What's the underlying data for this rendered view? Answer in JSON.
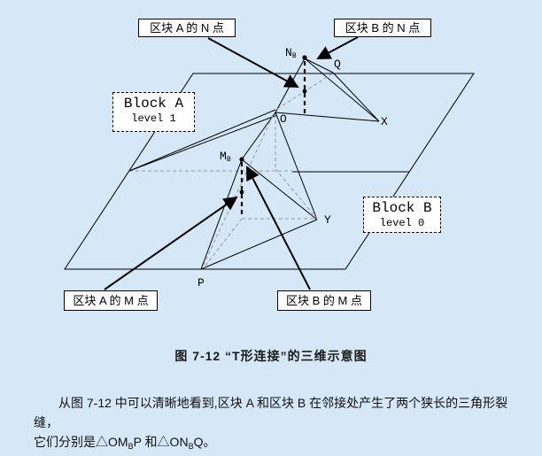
{
  "figure": {
    "callouts": {
      "block_a_n": "区块 A 的 N 点",
      "block_b_n": "区块 B 的 N 点",
      "block_a_m": "区块 A 的 M 点",
      "block_b_m": "区块 B 的 M 点"
    },
    "block_boxes": {
      "a_title": "Block A",
      "a_level": "level 1",
      "b_title": "Block B",
      "b_level": "level 0"
    },
    "point_labels": {
      "n_main": "N",
      "n_sub": "B",
      "m_main": "M",
      "m_sub": "B",
      "q": "Q",
      "o": "O",
      "x": "X",
      "y": "Y",
      "p": "P"
    },
    "caption": "图 7-12 “T形连接”的三维示意图"
  },
  "paragraph": {
    "line1": "从图 7-12 中可以清晰地看到,区块 A 和区块 B 在邻接处产生了两个狭长的三角形裂缝，",
    "line2_parts": [
      "它们分别是△OM",
      "B",
      "P 和△ON",
      "B",
      "Q。"
    ]
  },
  "colors": {
    "background": "#d6e8f8",
    "line": "#000000",
    "hidden_line": "#999999",
    "box_background": "#ffffff",
    "text": "#111111"
  }
}
